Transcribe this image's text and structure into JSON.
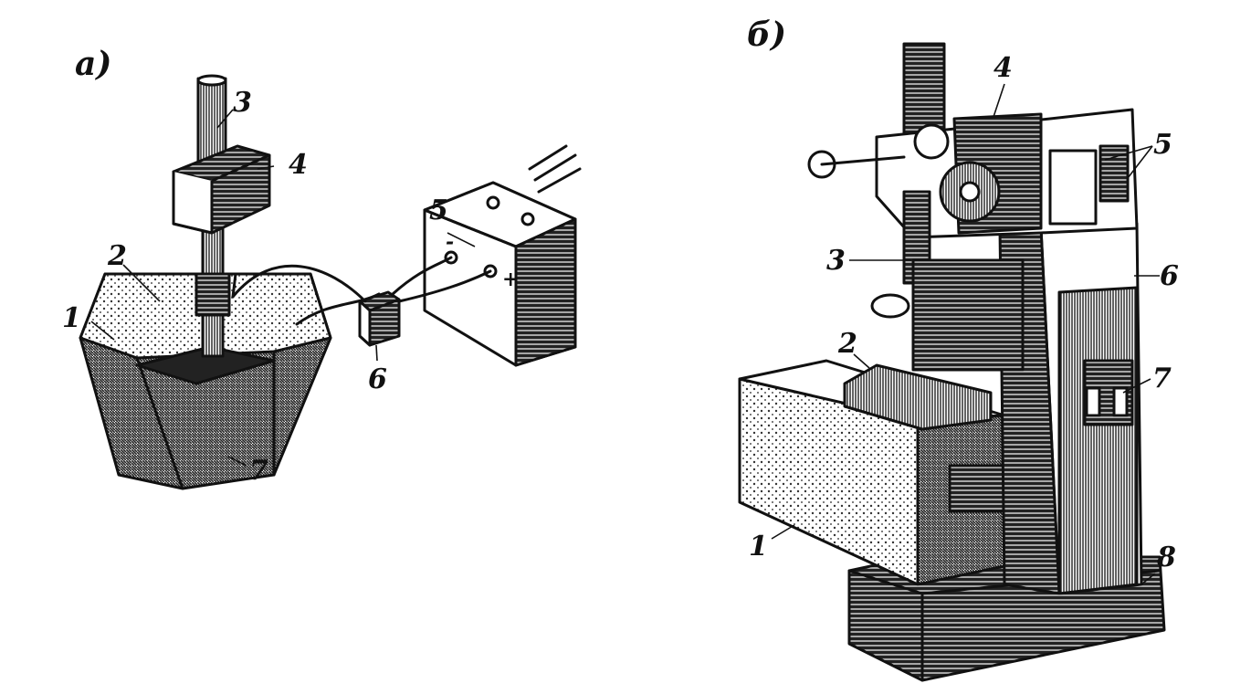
{
  "panels": [
    {
      "id": "a",
      "title": "а)",
      "labels": [
        "1",
        "2",
        "3",
        "4",
        "5",
        "6",
        "7"
      ],
      "polarity": [
        "-",
        "+"
      ]
    },
    {
      "id": "b",
      "title": "б)",
      "labels": [
        "1",
        "2",
        "3",
        "4",
        "5",
        "6",
        "7",
        "8"
      ]
    }
  ],
  "colors": {
    "ink": "#111111",
    "paper": "#ffffff",
    "hatch": "#222222"
  }
}
